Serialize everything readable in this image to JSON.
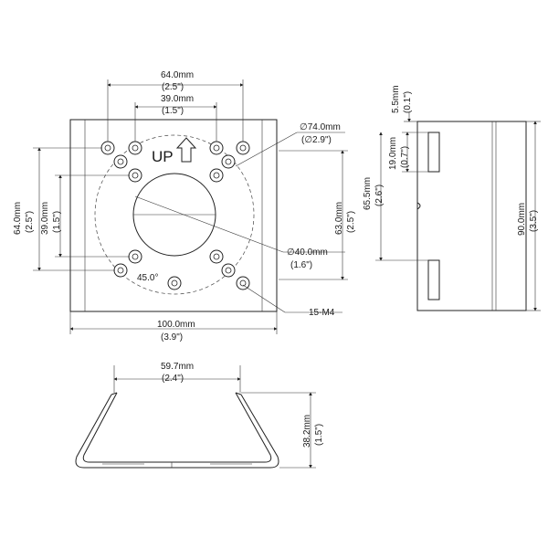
{
  "front_view": {
    "dim_64_top": "64.0mm",
    "dim_64_top_in": "(2.5\")",
    "dim_39_top": "39.0mm",
    "dim_39_top_in": "(1.5\")",
    "dim_74_dia": "∅74.0mm",
    "dim_74_dia_in": "(∅2.9\")",
    "dim_64_left": "64.0mm",
    "dim_64_left_in": "(2.5\")",
    "dim_39_left": "39.0mm",
    "dim_39_left_in": "(1.5\")",
    "dim_63_right": "63.0mm",
    "dim_63_right_in": "(2.5\")",
    "dim_40_dia": "∅40.0mm",
    "dim_40_dia_in": "(1.6\")",
    "angle_label": "45.0°",
    "holes_label": "15-M4",
    "dim_100_bottom": "100.0mm",
    "dim_100_bottom_in": "(3.9\")",
    "up_label": "UP"
  },
  "side_view": {
    "dim_5_5": "5.5mm",
    "dim_5_5_in": "(0.1\")",
    "dim_19": "19.0mm",
    "dim_19_in": "(0.7\")",
    "dim_65_5": "65.5mm",
    "dim_65_5_in": "(2.6\")",
    "dim_90": "90.0mm",
    "dim_90_in": "(3.5\")"
  },
  "bottom_view": {
    "dim_59_7": "59.7mm",
    "dim_59_7_in": "(2.4\")",
    "dim_38_2": "38.2mm",
    "dim_38_2_in": "(1.5\")"
  }
}
